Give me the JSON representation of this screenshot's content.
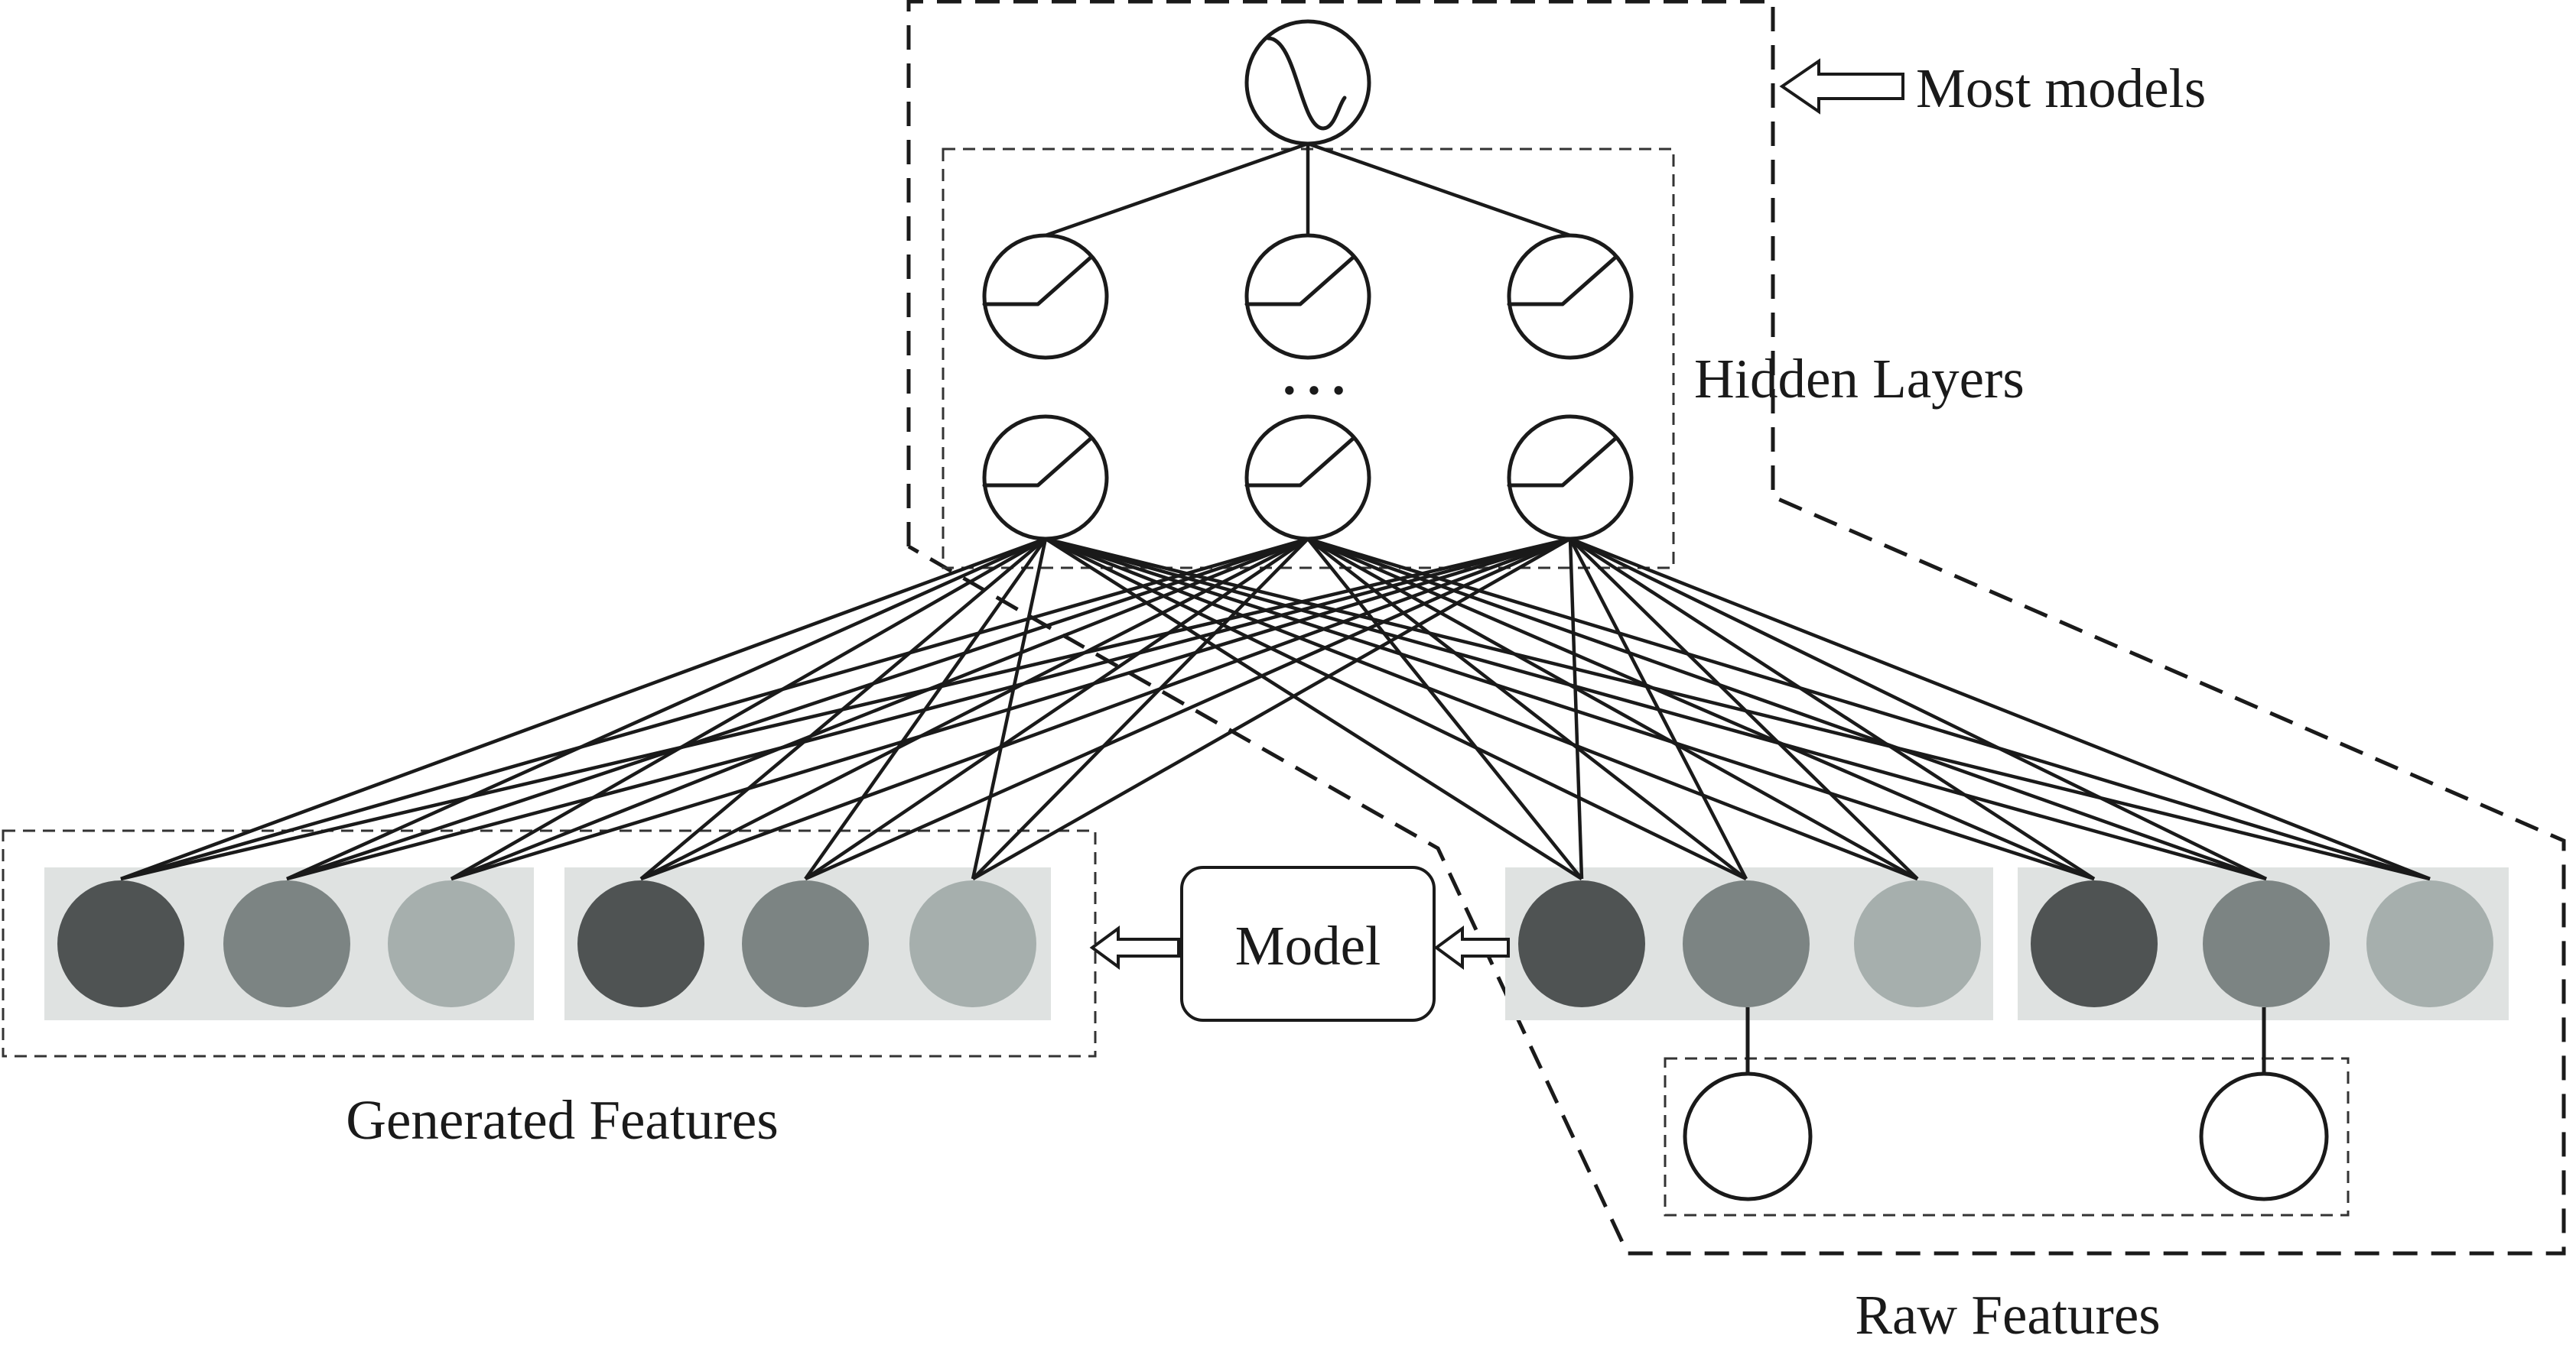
{
  "labels": {
    "most_models": "Most models",
    "hidden_layers": "Hidden Layers",
    "generated_features": "Generated Features",
    "raw_features": "Raw Features",
    "model": "Model"
  },
  "hidden": {
    "ellipsis": "…",
    "output_activation": "sigmoid-icon",
    "hidden_activation": "relu-icon",
    "layers": 2,
    "units_per_layer": 3
  },
  "feature_groups": [
    {
      "group": "generated",
      "units": [
        "dark",
        "mid",
        "light"
      ]
    },
    {
      "group": "generated",
      "units": [
        "dark",
        "mid",
        "light"
      ]
    },
    {
      "group": "raw",
      "units": [
        "dark",
        "mid",
        "light"
      ]
    },
    {
      "group": "raw",
      "units": [
        "dark",
        "mid",
        "light"
      ]
    }
  ],
  "raw_inputs": 2,
  "colors": {
    "dark": "#4f5353",
    "mid": "#7c8483",
    "light": "#a6afad",
    "panel": "#dfe2e1",
    "line": "#1a1a1a"
  }
}
